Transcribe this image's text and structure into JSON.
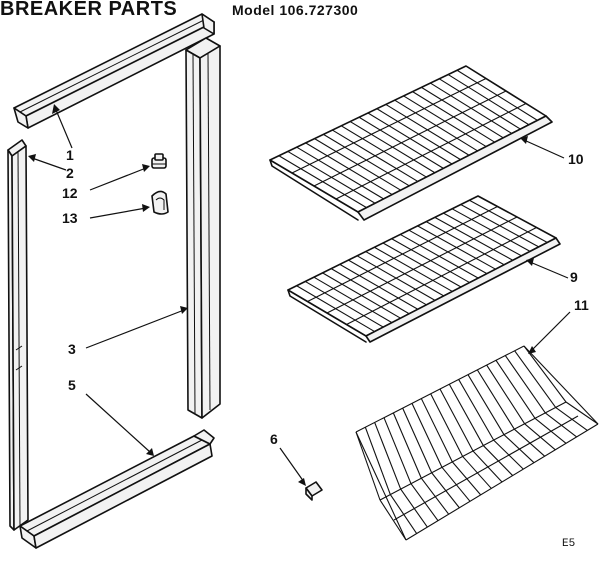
{
  "header": {
    "title": "BREAKER PARTS",
    "model": "Model 106.727300"
  },
  "callouts": [
    {
      "id": "1",
      "label": "1"
    },
    {
      "id": "2",
      "label": "2"
    },
    {
      "id": "12",
      "label": "12"
    },
    {
      "id": "13",
      "label": "13"
    },
    {
      "id": "3",
      "label": "3"
    },
    {
      "id": "5",
      "label": "5"
    },
    {
      "id": "6",
      "label": "6"
    },
    {
      "id": "10",
      "label": "10"
    },
    {
      "id": "9",
      "label": "9"
    },
    {
      "id": "11",
      "label": "11"
    }
  ],
  "footer": {
    "code": "E5"
  }
}
